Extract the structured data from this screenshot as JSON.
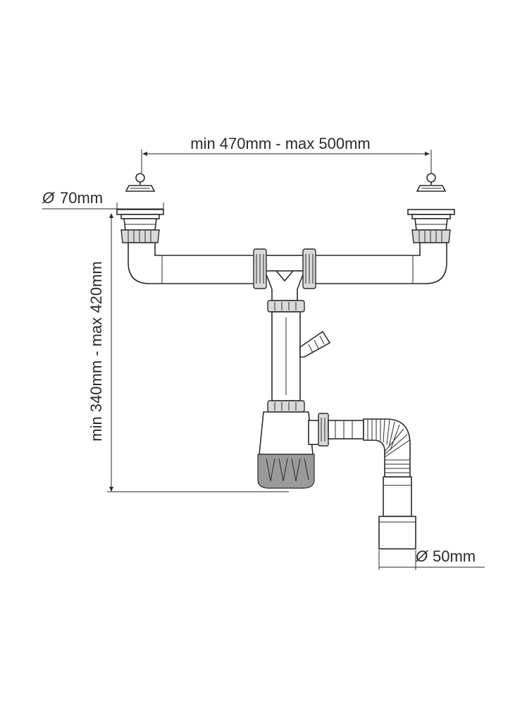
{
  "labels": {
    "horizontal_span": "min 470mm - max 500mm",
    "vertical_span": "min 340mm - max 420mm",
    "inlet_diameter": "70mm",
    "outlet_diameter": "50mm",
    "diameter_symbol": "Ø"
  },
  "icons": [
    "plug-stopper-icon",
    "strainer-icon",
    "trap-icon",
    "corrugated-hose-icon"
  ]
}
